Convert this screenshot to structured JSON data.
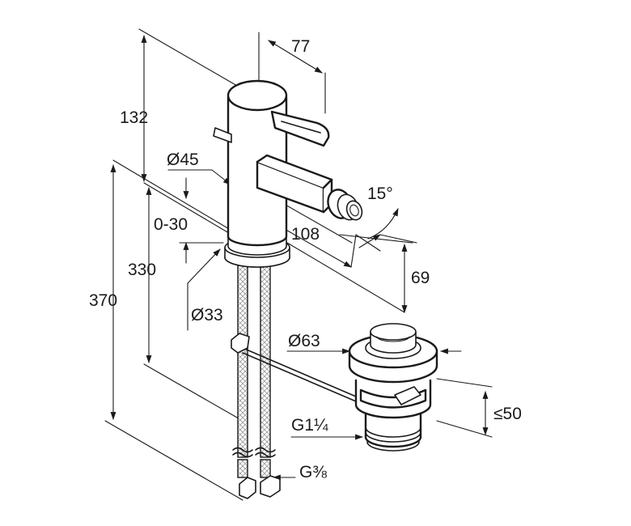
{
  "dimensions": {
    "d77": "77",
    "d132": "132",
    "d45": "Ø45",
    "d030": "0-30",
    "d330": "330",
    "d370": "370",
    "d108": "108",
    "d15deg": "15°",
    "d69": "69",
    "d33": "Ø33",
    "d63": "Ø63",
    "d50": "≤50",
    "g114": "G1¼",
    "g38": "G⅜"
  }
}
